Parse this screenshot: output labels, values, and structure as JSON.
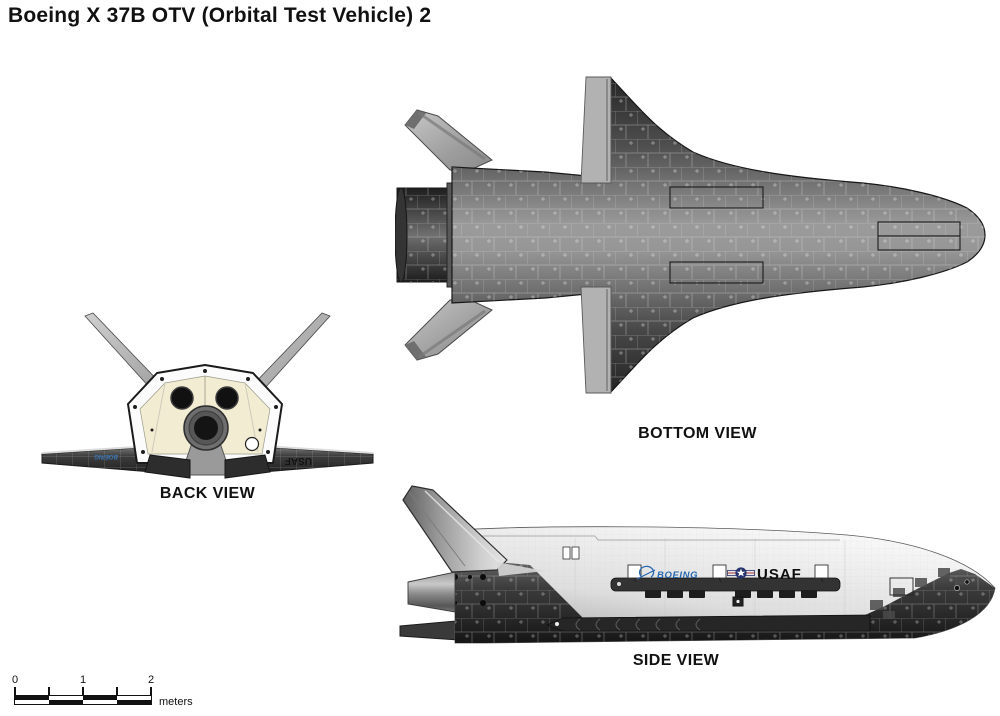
{
  "title": "Boeing X 37B OTV (Orbital Test Vehicle) 2",
  "views": {
    "back": {
      "label": "BACK VIEW"
    },
    "bottom": {
      "label": "BOTTOM VIEW"
    },
    "side": {
      "label": "SIDE VIEW"
    }
  },
  "markings": {
    "boeing": "BOEING",
    "usaf": "USAF"
  },
  "scale_bar": {
    "tick_labels": [
      "0",
      "1",
      "2"
    ],
    "unit": "meters"
  },
  "colors": {
    "boeing_blue": "#2767ae",
    "tile_dark": "#2e2e2e",
    "metal_light": "#c9c9c9",
    "cream_panel": "#f1ecd2"
  }
}
